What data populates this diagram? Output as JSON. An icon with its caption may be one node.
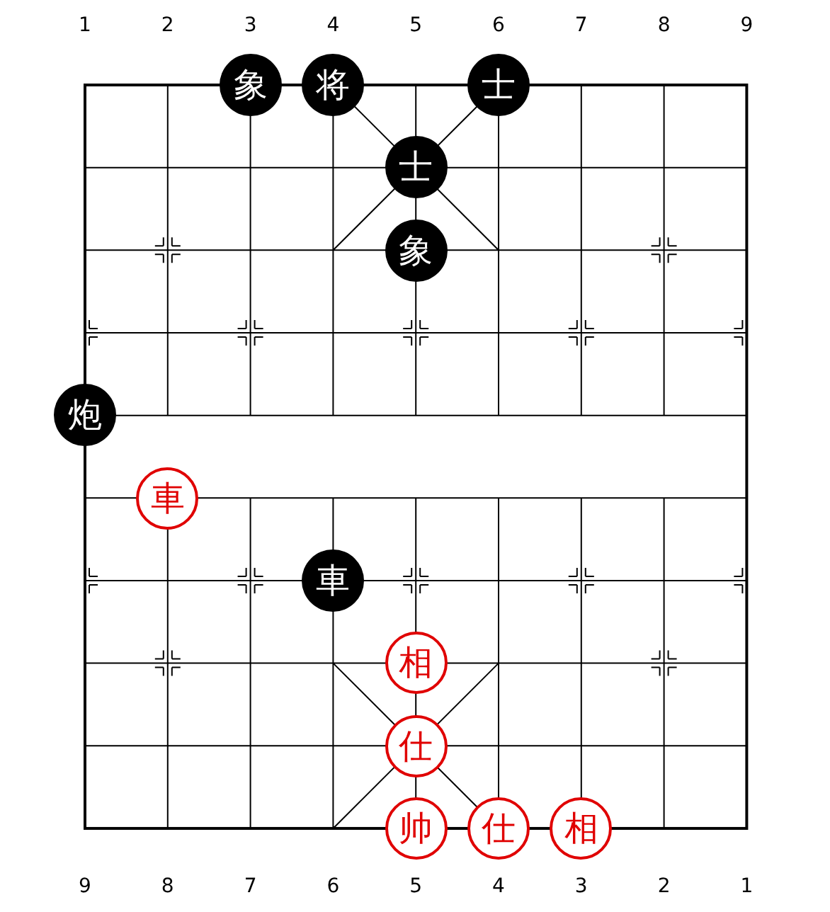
{
  "diagram": {
    "nodes": [
      {
        "text": [
          "象"
        ]
      },
      {
        "text": [
          "将"
        ]
      },
      {
        "text": [
          "士"
        ]
      },
      {
        "text": [
          "士"
        ]
      },
      {
        "text": [
          "象"
        ]
      },
      {
        "text": [
          "炮"
        ]
      },
      {
        "text": [
          "車"
        ]
      },
      {
        "text": [
          "車"
        ]
      },
      {
        "text": [
          "相"
        ]
      },
      {
        "text": [
          "仕"
        ]
      },
      {
        "text": [
          "帅"
        ]
      },
      {
        "text": [
          "仕"
        ]
      },
      {
        "text": [
          "相"
        ]
      }
    ],
    "edges": [],
    "labels": [
      "1",
      "2",
      "3",
      "4",
      "5",
      "6",
      "7",
      "8",
      "9",
      "9",
      "8",
      "7",
      "6",
      "5",
      "4",
      "3",
      "2",
      "1"
    ]
  }
}
